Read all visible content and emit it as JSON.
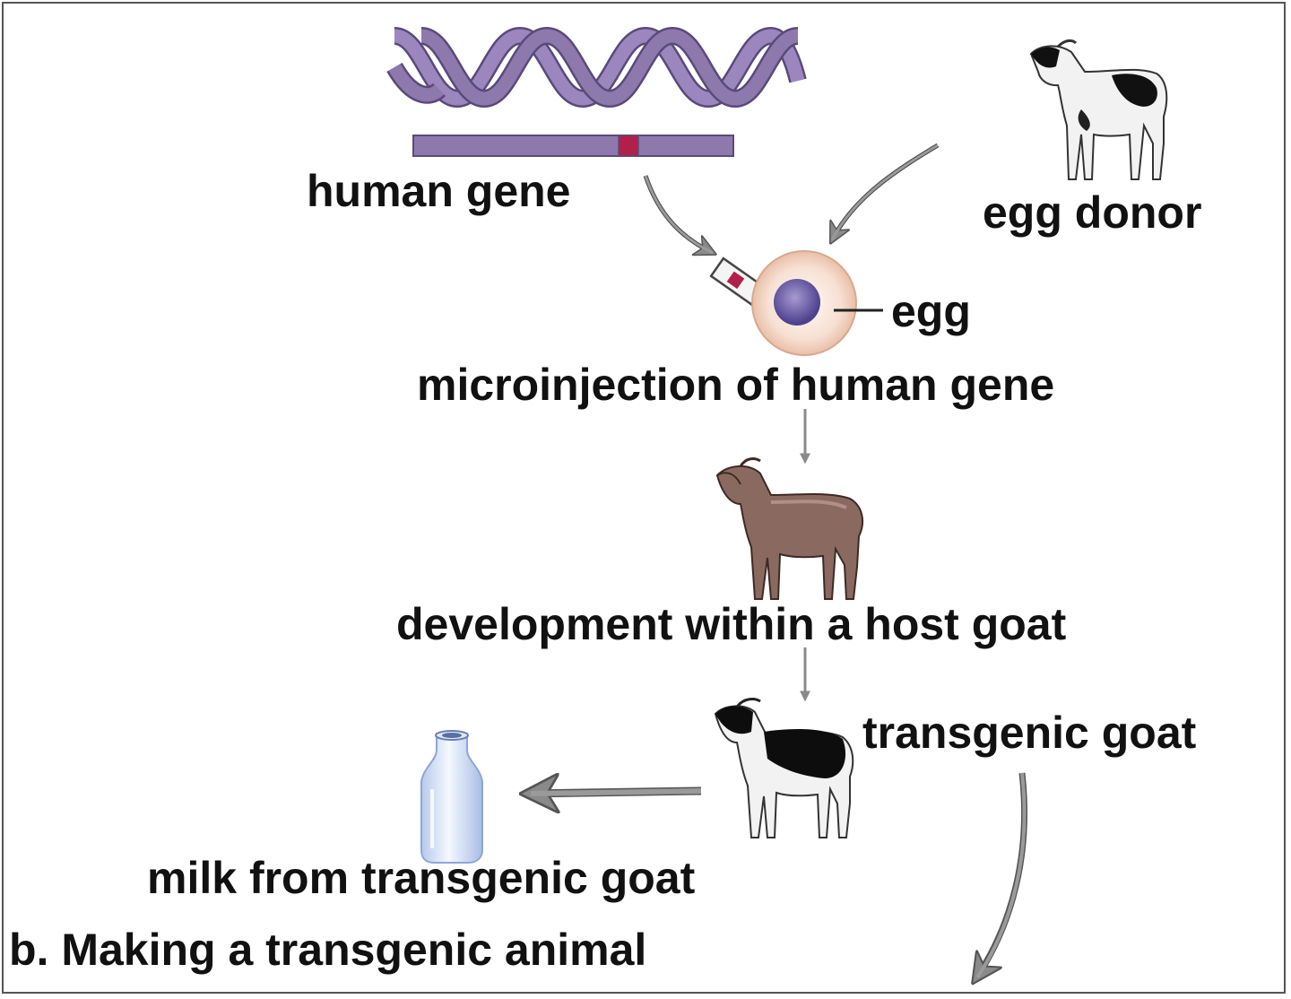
{
  "labels": {
    "human_gene": "human gene",
    "egg_donor": "egg donor",
    "egg": "egg",
    "microinjection": "microinjection of human gene",
    "development": "development within a host goat",
    "transgenic_goat": "transgenic goat",
    "milk": "milk from transgenic goat",
    "caption": "b. Making a transgenic animal"
  },
  "colors": {
    "dna_purple": "#8e79ad",
    "gene_marker": "#b0204a",
    "arrow_gray": "#8a8a8a",
    "egg_outer": "#f2d3c4",
    "egg_nucleus": "#6e5fa6",
    "brown_goat": "#7a5a50",
    "bottle_blue": "#c9d9f2"
  },
  "icons": [
    "dna-double-helix-icon",
    "gene-bar-icon",
    "white-black-goat-icon",
    "syringe-icon",
    "egg-cell-icon",
    "brown-goat-icon",
    "black-white-goat-icon",
    "milk-bottle-icon"
  ]
}
